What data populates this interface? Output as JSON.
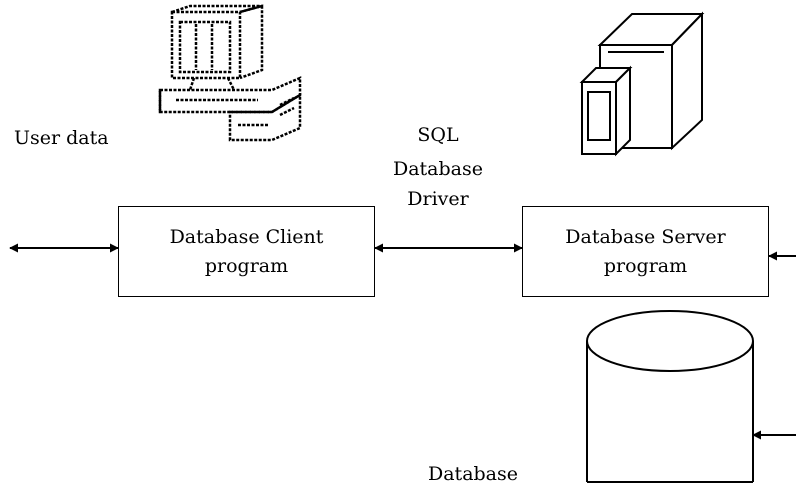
{
  "labels": {
    "user_data": "User data",
    "driver_line1": "SQL",
    "driver_line2": "Database",
    "driver_line3": "Driver",
    "database": "Database"
  },
  "boxes": {
    "client": {
      "line1": "Database Client",
      "line2": "program"
    },
    "server": {
      "line1": "Database Server",
      "line2": "program"
    }
  },
  "icons": {
    "client": "desktop-computer-icon",
    "server": "server-tower-icon",
    "storage": "database-cylinder-icon"
  }
}
